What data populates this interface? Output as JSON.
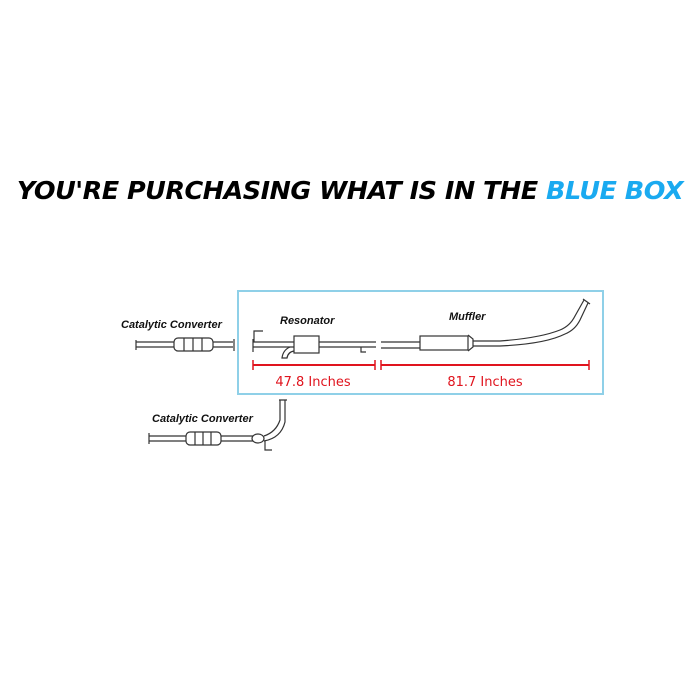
{
  "title": {
    "prefix": "YOU'RE PURCHASING WHAT IS IN THE ",
    "highlight": "BLUE BOX"
  },
  "colors": {
    "highlight": "#1aaaf0",
    "box_border": "#8fd0e8",
    "measure": "#e0141e"
  },
  "diagram": {
    "cat_converter_top_label": "Catalytic Converter",
    "cat_converter_bottom_label": "Catalytic Converter",
    "resonator_label": "Resonator",
    "muffler_label": "Muffler",
    "resonator_length": "47.8 Inches",
    "muffler_length": "81.7 Inches"
  }
}
